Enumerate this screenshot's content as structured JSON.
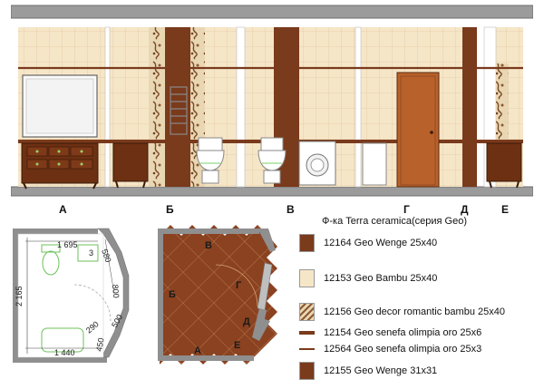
{
  "elevation": {
    "labels": [
      "А",
      "Б",
      "В",
      "Г",
      "Д",
      "Е"
    ]
  },
  "legend": {
    "title": "Ф-ка Terra ceramica(серия Geo)",
    "items": [
      {
        "code": "12164 Geo Wenge 25x40",
        "kind": "wenge",
        "color": "#7a3a1c"
      },
      {
        "code": "12153 Geo Bambu 25x40",
        "kind": "bambu",
        "color": "#f6e6c8"
      },
      {
        "code": "12156 Geo decor romantic bambu 25x40",
        "kind": "decor",
        "color": "#c9a978"
      },
      {
        "code": "12154 Geo senefa olimpia oro 25x6",
        "kind": "line-thick",
        "color": "#7a3a1c"
      },
      {
        "code": "12564 Geo senefa olimpia oro 25x3",
        "kind": "line-thin",
        "color": "#7a3a1c"
      },
      {
        "code": "12155 Geo Wenge 31x31",
        "kind": "wenge",
        "color": "#7a3a1c"
      }
    ]
  },
  "plan": {
    "dim_width": "1 695",
    "dim_length": "2 165",
    "dim_bottom": "1 440",
    "dim_small": [
      "3",
      "580",
      "800",
      "290",
      "450",
      "500"
    ]
  },
  "floor": {
    "labels": [
      "В",
      "Б",
      "Г",
      "Д",
      "А",
      "Е"
    ]
  },
  "colors": {
    "wenge": "#7a3a1c",
    "bambu": "#f6e6c8",
    "wall_gray": "#8f8f8f"
  }
}
